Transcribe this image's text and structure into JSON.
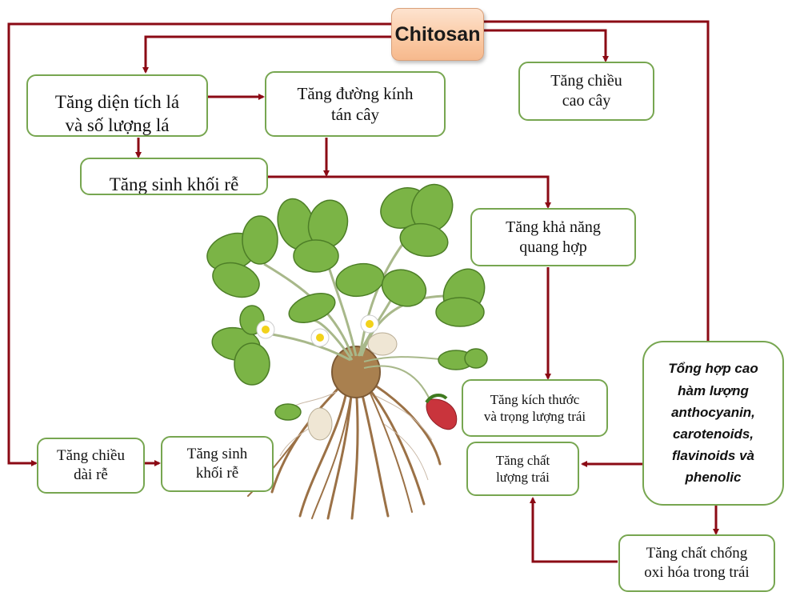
{
  "diagram": {
    "root": {
      "label": "Chitosan"
    },
    "nodes": {
      "leaf_area": "Tăng diện tích lá\nvà số lượng lá",
      "canopy": "Tăng đường kính\ntán cây",
      "plant_height": "Tăng chiều\ncao cây",
      "root_biomass_top": "Tăng sinh khối rễ",
      "photosynthesis": "Tăng khả năng\nquang hợp",
      "fruit_size": "Tăng kích thước\nvà trọng lượng trái",
      "fruit_quality": "Tăng chất\nlượng trái",
      "compounds": "Tổng hợp cao\nhàm lượng\nanthocyanin,\ncarotenoids,\nflavinoids và\nphenolic",
      "antioxidants": "Tăng chất chống\noxi hóa trong trái",
      "root_length": "Tăng chiều\ndài rễ",
      "root_biomass_bottom": "Tăng sinh\nkhối rễ"
    },
    "edges": [
      [
        "Chitosan",
        "leaf_area"
      ],
      [
        "Chitosan",
        "plant_height"
      ],
      [
        "Chitosan",
        "root_length"
      ],
      [
        "Chitosan",
        "compounds"
      ],
      [
        "leaf_area",
        "canopy"
      ],
      [
        "leaf_area",
        "root_biomass_top"
      ],
      [
        "canopy",
        "photosynthesis"
      ],
      [
        "root_biomass_top",
        "photosynthesis"
      ],
      [
        "photosynthesis",
        "fruit_size"
      ],
      [
        "compounds",
        "fruit_quality"
      ],
      [
        "compounds",
        "antioxidants"
      ],
      [
        "antioxidants",
        "fruit_quality"
      ],
      [
        "root_length",
        "root_biomass_bottom"
      ]
    ],
    "illustration": "strawberry-plant",
    "colors": {
      "connector": "#8b0a14",
      "box_border": "#77a650",
      "root_fill": "#fbc9a3"
    }
  }
}
